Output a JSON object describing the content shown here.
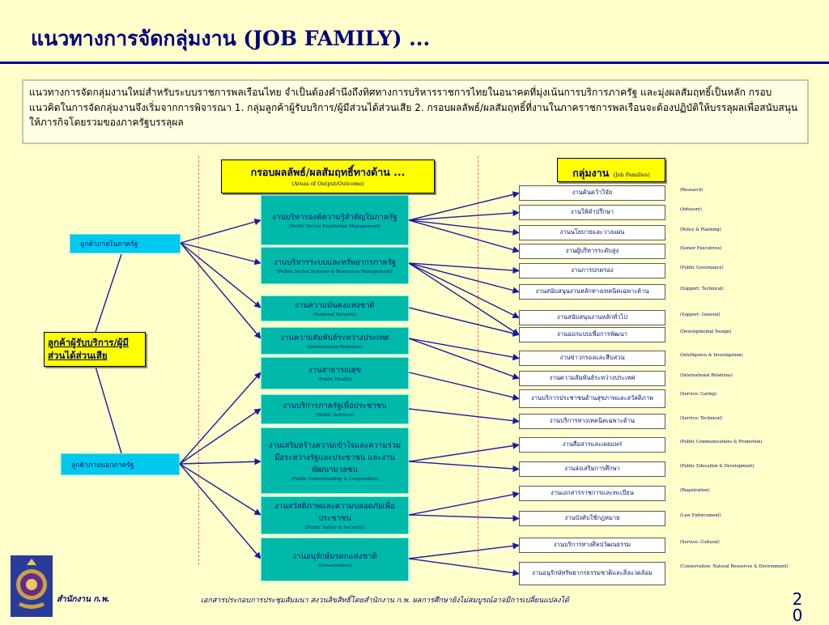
{
  "title": "แนวทางการจัดกลุ่มงาน (JOB FAMILY) ...",
  "intro": "แนวทางการจัดกลุ่มงานใหม่สำหรับระบบราชการพลเรือนไทย จำเป็นต้องคำนึงถึงทิศทางการบริหารราชการไทยในอนาคตที่มุ่งเน้นการบริการภาครัฐ และมุ่งผลสัมฤทธิ์เป็นหลัก    กรอบแนวคิดในการจัดกลุ่มงานจึงเริ่มจากการพิจารณา 1. กลุ่มลูกค้าผู้รับบริการ/ผู้มีส่วนได้ส่วนเสีย   2. กรอบผลลัพธ์/ผลสัมฤทธิ์ที่งานในภาคราชการพลเรือนจะต้องปฏิบัติให้บรรลุผลเพื่อสนับสนุนให้ภารกิจโดยรวมของภาครัฐบรรลุผล",
  "header_output": {
    "th": "กรอบผลลัพธ์/ผลสัมฤทธิ์ทางด้าน ...",
    "en": "(Areas of Output/Outcome)"
  },
  "header_jobs": {
    "th": "กลุ่มงาน",
    "en": "(Job Families)"
  },
  "main_client": "ลูกค้าผู้รับบริการ/ผู้มีส่วนได้ส่วนเสีย",
  "client_internal": "ลูกค้าภายในภาครัฐ",
  "client_external": "ลูกค้าภายนอกภาครัฐ",
  "outputs": [
    {
      "th": "งานบริหารองค์ความรู้สำคัญในภาครัฐ",
      "en": "(Public Sector Knowledge Management)"
    },
    {
      "th": "งานบริหารระบบและทรัพยากรภาครัฐ",
      "en": "(Public Sector Systems & Resources Management)"
    },
    {
      "th": "งานความมั่นคงแห่งชาติ",
      "en": "(National Security)"
    },
    {
      "th": "งานความสัมพันธ์ระหว่างประเทศ",
      "en": "(International Relations)"
    },
    {
      "th": "งานสาธารณสุข",
      "en": "(Public Health)"
    },
    {
      "th": "งานบริการภาครัฐเพื่อประชาชน",
      "en": "(Public Services)"
    },
    {
      "th": "งานเสริมสร้างความเข้าใจและความร่วมมือระหว่างรัฐและประชาชน และงานพัฒนามวลชน",
      "en": "(Public Understanding & Cooperation)"
    },
    {
      "th": "งานสวัสดิภาพและความปลอดภัยเพื่อประชาชน",
      "en": "(Public Safety & Security)"
    },
    {
      "th": "งานอนุรักษ์มรดกแห่งชาติ",
      "en": "(Conservation)"
    }
  ],
  "jobs": [
    {
      "th": "งานค้นคว้าวิจัย",
      "en": "(Research)"
    },
    {
      "th": "งานให้คำปรึกษา",
      "en": "(Advisory)"
    },
    {
      "th": "งานนโยบายและวางแผน",
      "en": "(Policy & Planning)"
    },
    {
      "th": "งานผู้บริหารระดับสูง",
      "en": "(Senior Executives)"
    },
    {
      "th": "งานการปกครอง",
      "en": "(Public Governance)"
    },
    {
      "th": "งานสนับสนุนงานหลักทางเทคนิคเฉพาะด้าน",
      "en": "(Support: Technical)"
    },
    {
      "th": "งานสนับสนุนงานหลักทั่วไป",
      "en": "(Support: General)"
    },
    {
      "th": "งานออกแบบเพื่อการพัฒนา",
      "en": "(Developmental Design)"
    },
    {
      "th": "งานข่าวกรองและสืบสวน",
      "en": "(Intelligence & Investigation)"
    },
    {
      "th": "งานความสัมพันธ์ระหว่างประเทศ",
      "en": "(International Relations)"
    },
    {
      "th": "งานบริการประชาชนด้านสุขภาพและสวัสดิภาพ",
      "en": "(Service: Caring)"
    },
    {
      "th": "งานบริการทางเทคนิคเฉพาะด้าน",
      "en": "(Service: Technical)"
    },
    {
      "th": "งานสื่อสารและเผยแพร่",
      "en": "(Public Communications & Promotion)"
    },
    {
      "th": "งานส่งเสริมการศึกษา",
      "en": "(Public Education & Development)"
    },
    {
      "th": "งานเอกสารราชการและทะเบียน",
      "en": "(Registration)"
    },
    {
      "th": "งานบังคับใช้กฎหมาย",
      "en": "(Law Enforcement)"
    },
    {
      "th": "งานบริการทางศิลปวัฒนธรรม",
      "en": "(Service: Cultural)"
    },
    {
      "th": "งานอนุรักษ์ทรัพยากรธรรมชาติและสิ่งแวดล้อม",
      "en": "(Conservation: Natural Resources & Environment)"
    }
  ],
  "org": "สำนักงาน ก.พ.",
  "footer": "เอกสารประกอบการประชุมสัมมนา สงวนลิขสิทธิ์โดยสำนักงาน ก.พ. ผลการศึกษายังไม่สมบูรณ์อาจมีการเปลี่ยนแปลงได้",
  "page_number": "2 0",
  "colors": {
    "background": "#ffffcc",
    "title": "#00007a",
    "box_output": "#00b9a8",
    "box_client": "#00c9ee",
    "header_box": "#ffff00",
    "arrow": "#1a1aa0"
  }
}
